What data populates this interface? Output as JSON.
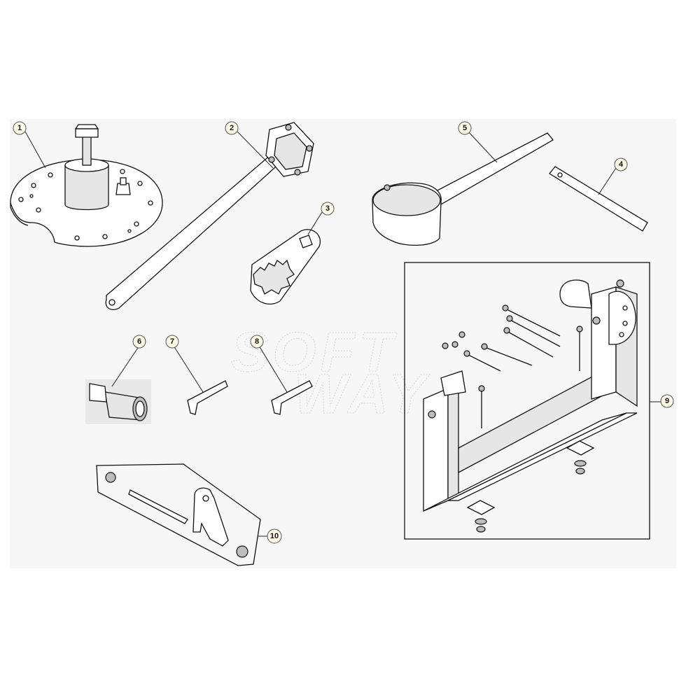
{
  "callouts": [
    {
      "id": "1",
      "label": "1"
    },
    {
      "id": "2",
      "label": "2"
    },
    {
      "id": "3",
      "label": "3"
    },
    {
      "id": "4",
      "label": "4"
    },
    {
      "id": "5",
      "label": "5"
    },
    {
      "id": "6",
      "label": "6"
    },
    {
      "id": "7",
      "label": "7"
    },
    {
      "id": "8",
      "label": "8"
    },
    {
      "id": "9",
      "label": "9"
    },
    {
      "id": "10",
      "label": "10"
    }
  ],
  "watermark": {
    "line1": "SOFT",
    "line2": "WAY"
  },
  "colors": {
    "callout_fill": "#fffbe6",
    "line": "#111111",
    "background": "#ffffff",
    "panel_gray": "#f5f5f5"
  }
}
